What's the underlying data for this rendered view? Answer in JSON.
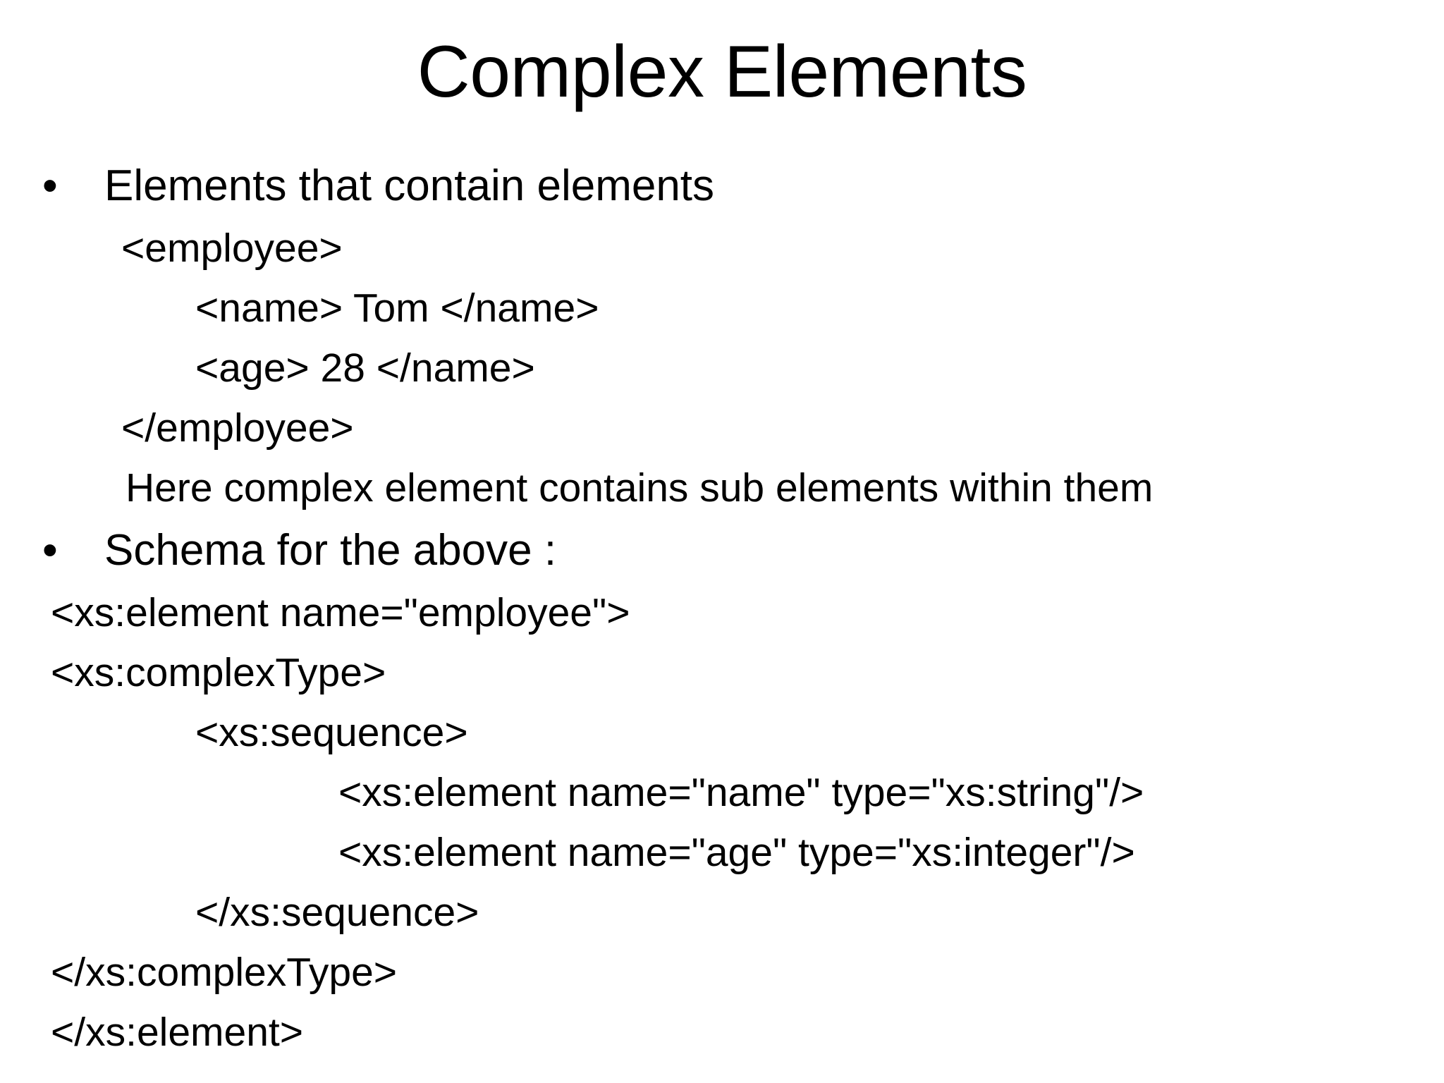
{
  "slide": {
    "title": "Complex Elements",
    "background_color": "#ffffff",
    "text_color": "#000000",
    "bullet_glyph": "•"
  },
  "body": {
    "bullet1": {
      "label": "Elements that contain elements"
    },
    "xml_example": [
      {
        "text": "<employee>",
        "indent": 1
      },
      {
        "text": "<name> Tom </name>",
        "indent": 2
      },
      {
        "text": "<age> 28 </name>",
        "indent": 2
      },
      {
        "text": "</employee>",
        "indent": 1
      }
    ],
    "note": "Here complex element contains sub elements within them",
    "bullet2": {
      "label": "Schema for the above :"
    },
    "schema_example": [
      {
        "text": "<xs:element name=\"employee\">",
        "indent": 0
      },
      {
        "text": "<xs:complexType>",
        "indent": 0
      },
      {
        "text": "<xs:sequence>",
        "indent": 2
      },
      {
        "text": "<xs:element name=\"name\" type=\"xs:string\"/>",
        "indent": 3
      },
      {
        "text": "<xs:element name=\"age\" type=\"xs:integer\"/>",
        "indent": 3
      },
      {
        "text": "</xs:sequence>",
        "indent": 2
      },
      {
        "text": "</xs:complexType>",
        "indent": 0
      },
      {
        "text": "</xs:element>",
        "indent": 0
      }
    ]
  }
}
